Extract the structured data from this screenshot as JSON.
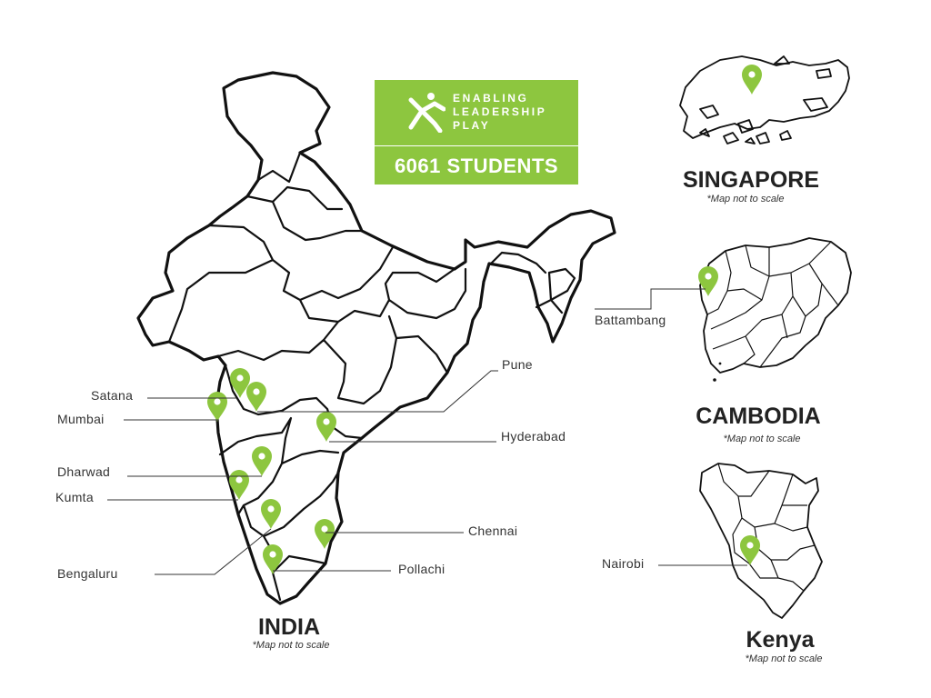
{
  "logo": {
    "line1": "ENABLING",
    "line2": "LEADERSHIP",
    "line3": "PLAY",
    "icon": "leaping-figure-icon"
  },
  "students_label": "6061 STUDENTS",
  "accent_color": "#8dc63f",
  "scale_note": "*Map not to scale",
  "countries": {
    "india": "INDIA",
    "singapore": "SINGAPORE",
    "cambodia": "CAMBODIA",
    "kenya": "Kenya"
  },
  "cities": {
    "satana": "Satana",
    "mumbai": "Mumbai",
    "pune": "Pune",
    "hyderabad": "Hyderabad",
    "dharwad": "Dharwad",
    "kumta": "Kumta",
    "chennai": "Chennai",
    "bengaluru": "Bengaluru",
    "pollachi": "Pollachi",
    "battambang": "Battambang",
    "nairobi": "Nairobi"
  },
  "marker_icon": "map-pin-icon"
}
